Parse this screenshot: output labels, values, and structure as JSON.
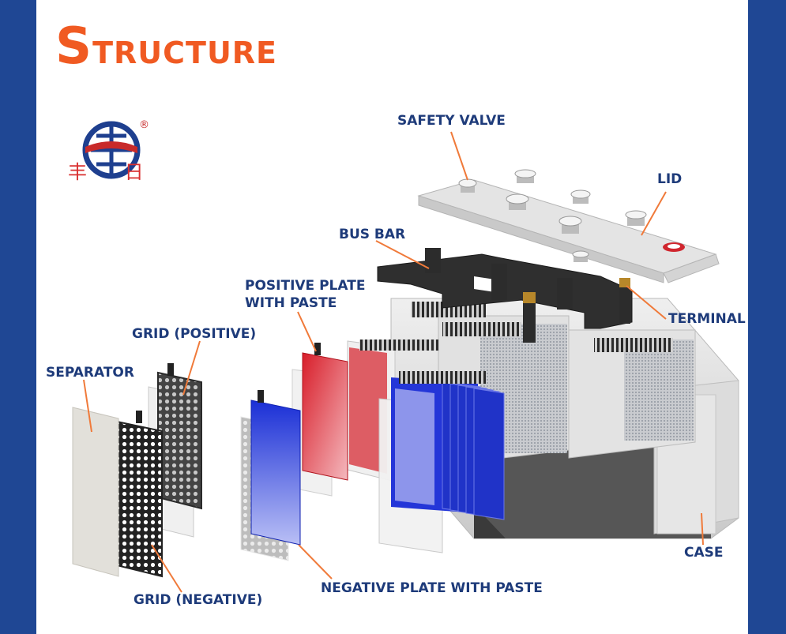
{
  "title": {
    "first_letter": "S",
    "rest": "TRUCTURE"
  },
  "logo": {
    "registered_mark": "®",
    "chars": "丰 日"
  },
  "labels": {
    "safety_valve": "SAFETY VALVE",
    "lid": "LID",
    "bus_bar": "BUS BAR",
    "positive_plate_line1": "POSITIVE PLATE",
    "positive_plate_line2": "WITH PASTE",
    "terminal": "TERMINAL",
    "grid_positive": "GRID (POSITIVE)",
    "separator": "SEPARATOR",
    "case": "CASE",
    "grid_negative": "GRID (NEGATIVE)",
    "negative_plate": "NEGATIVE PLATE WITH PASTE"
  },
  "colors": {
    "background_blue": "#1f4794",
    "title_orange": "#f05a22",
    "label_navy": "#1e3b7a",
    "leader_orange": "#f07a3a",
    "positive_red": "#cc1f2a",
    "negative_blue": "#1a2fd6"
  }
}
